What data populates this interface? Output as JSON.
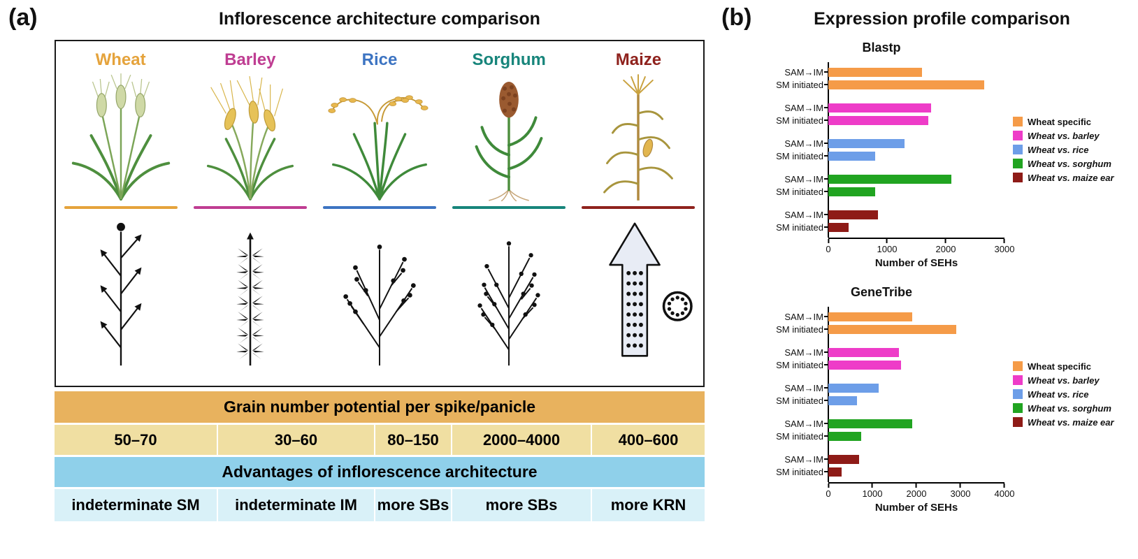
{
  "panel_a": {
    "label": "(a)",
    "title": "Inflorescence architecture comparison",
    "crops": [
      {
        "name": "Wheat",
        "color": "#E5A33C"
      },
      {
        "name": "Barley",
        "color": "#BF3D92"
      },
      {
        "name": "Rice",
        "color": "#3D74C2"
      },
      {
        "name": "Sorghum",
        "color": "#17857B"
      },
      {
        "name": "Maize",
        "color": "#8F221D"
      }
    ],
    "table": {
      "grain_header": "Grain number potential per spike/panicle",
      "grain_values": [
        "50–70",
        "30–60",
        "80–150",
        "2000–4000",
        "400–600"
      ],
      "advantage_header": "Advantages of inflorescence architecture",
      "advantage_values": [
        "indeterminate SM",
        "indeterminate IM",
        "more SBs",
        "more SBs",
        "more KRN"
      ]
    }
  },
  "panel_b": {
    "label": "(b)",
    "title": "Expression profile comparison"
  },
  "chart_data": [
    {
      "type": "bar",
      "orientation": "horizontal",
      "title": "Blastp",
      "xlabel": "Number of SEHs",
      "xlim": [
        0,
        3000
      ],
      "xticks": [
        0,
        1000,
        2000,
        3000
      ],
      "group_labels": [
        "SAM→IM",
        "SM initiated"
      ],
      "legend_position": "right",
      "grid": false,
      "series": [
        {
          "name": "Wheat specific",
          "color": "#F59B48",
          "values": [
            1600,
            2650
          ]
        },
        {
          "name": "Wheat vs. barley",
          "color": "#EE3CC8",
          "values": [
            1750,
            1700
          ]
        },
        {
          "name": "Wheat vs. rice",
          "color": "#6D9EE8",
          "values": [
            1300,
            800
          ]
        },
        {
          "name": "Wheat vs. sorghum",
          "color": "#21A421",
          "values": [
            2100,
            800
          ]
        },
        {
          "name": "Wheat vs. maize ear",
          "color": "#8E1B17",
          "values": [
            850,
            350
          ]
        }
      ]
    },
    {
      "type": "bar",
      "orientation": "horizontal",
      "title": "GeneTribe",
      "xlabel": "Number of SEHs",
      "xlim": [
        0,
        4000
      ],
      "xticks": [
        0,
        1000,
        2000,
        3000,
        4000
      ],
      "group_labels": [
        "SAM→IM",
        "SM initiated"
      ],
      "legend_position": "right",
      "grid": false,
      "series": [
        {
          "name": "Wheat specific",
          "color": "#F59B48",
          "values": [
            1900,
            2900
          ]
        },
        {
          "name": "Wheat vs. barley",
          "color": "#EE3CC8",
          "values": [
            1600,
            1650
          ]
        },
        {
          "name": "Wheat vs. rice",
          "color": "#6D9EE8",
          "values": [
            1150,
            650
          ]
        },
        {
          "name": "Wheat vs. sorghum",
          "color": "#21A421",
          "values": [
            1900,
            750
          ]
        },
        {
          "name": "Wheat vs. maize ear",
          "color": "#8E1B17",
          "values": [
            700,
            300
          ]
        }
      ]
    }
  ]
}
